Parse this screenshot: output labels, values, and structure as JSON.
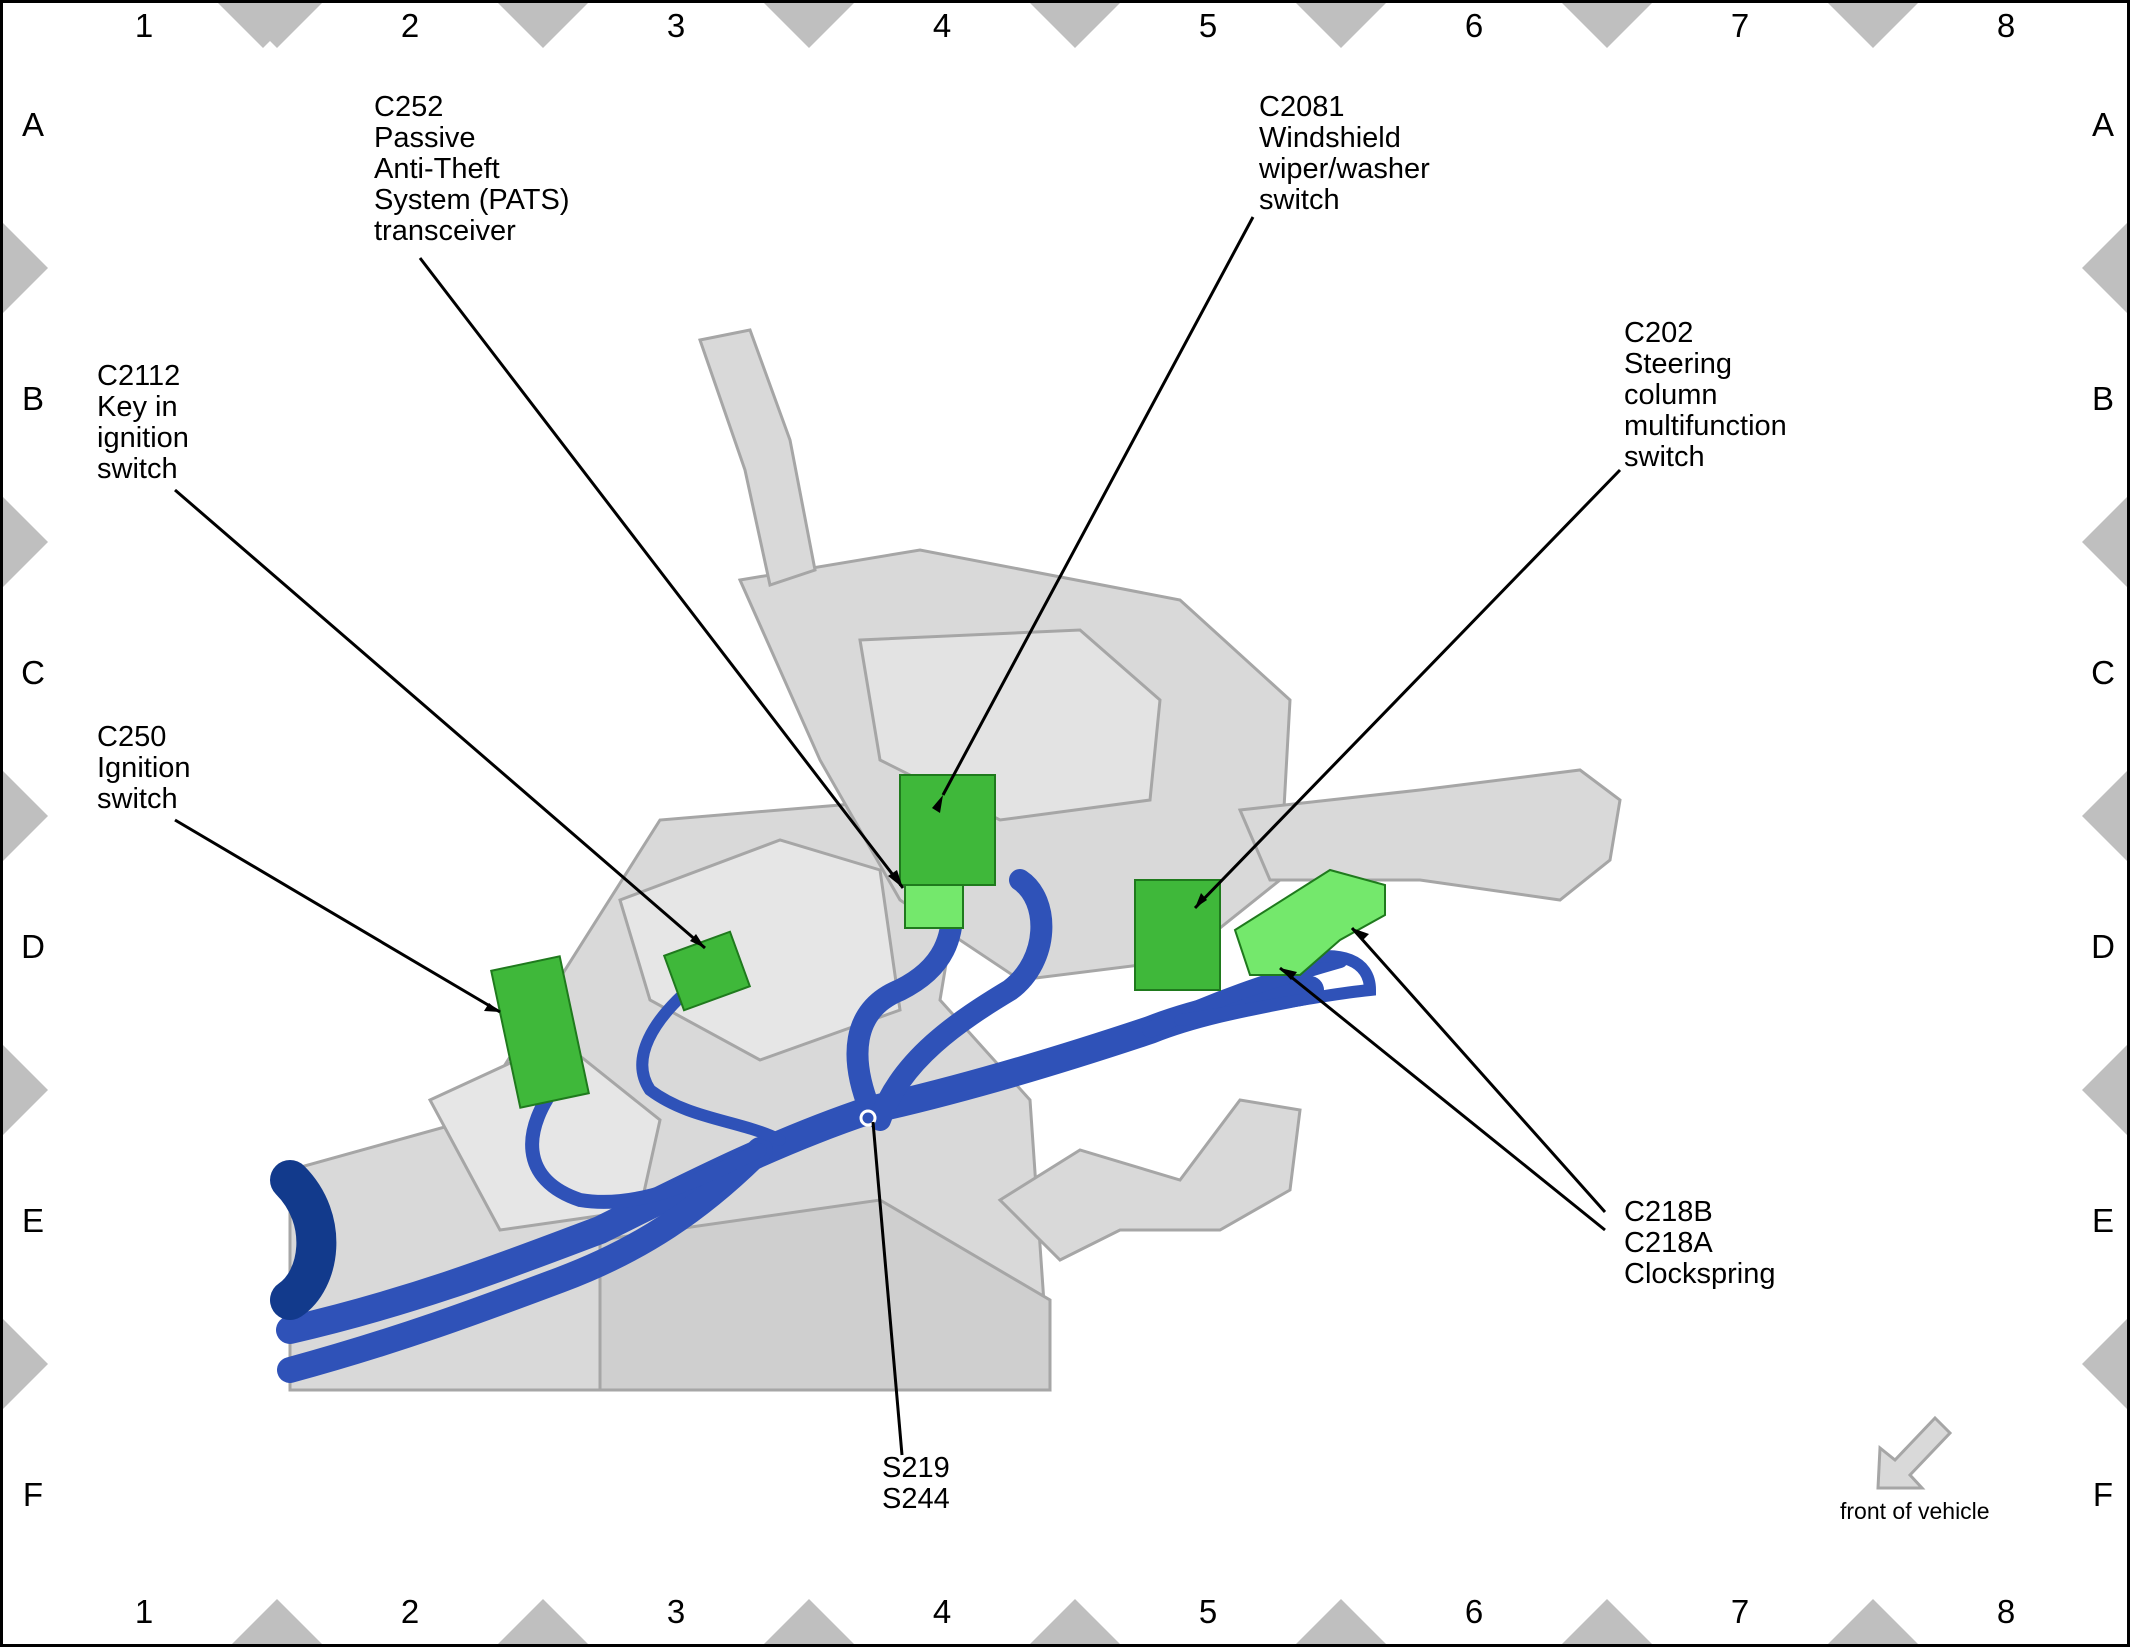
{
  "colors": {
    "harness_blue": "#2f52b8",
    "harness_dark": "#123a8c",
    "connector_green": "#3fb83a",
    "connector_light": "#74e86c",
    "part_gray": "#d9d9d9",
    "part_edge": "#a6a6a6",
    "marker_gray": "#bfbfbf"
  },
  "grid": {
    "columns": [
      "1",
      "2",
      "3",
      "4",
      "5",
      "6",
      "7",
      "8"
    ],
    "rows": [
      "A",
      "B",
      "C",
      "D",
      "E",
      "F"
    ]
  },
  "callouts": [
    {
      "id": "c252",
      "lines": [
        "C252",
        "Passive",
        "Anti-Theft",
        "System (PATS)",
        "transceiver"
      ]
    },
    {
      "id": "c2081",
      "lines": [
        "C2081",
        "Windshield",
        "wiper/washer",
        "switch"
      ]
    },
    {
      "id": "c2112",
      "lines": [
        "C2112",
        "Key in",
        "ignition",
        "switch"
      ]
    },
    {
      "id": "c202",
      "lines": [
        "C202",
        "Steering",
        "column",
        "multifunction",
        "switch"
      ]
    },
    {
      "id": "c250",
      "lines": [
        "C250",
        "Ignition",
        "switch"
      ]
    },
    {
      "id": "c218",
      "lines": [
        "C218B",
        "C218A",
        "Clockspring"
      ]
    },
    {
      "id": "s219",
      "lines": [
        "S219",
        "S244"
      ]
    }
  ],
  "orientation": {
    "label": "front of vehicle",
    "icon": "arrow-down-left-icon"
  }
}
